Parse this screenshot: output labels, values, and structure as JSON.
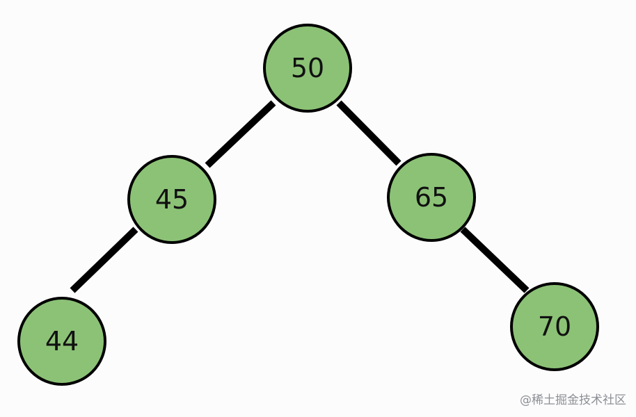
{
  "tree": {
    "node_fill": "#8cc276",
    "node_stroke": "#000000",
    "edge_color": "#000000",
    "nodes": [
      {
        "id": "n50",
        "label": "50"
      },
      {
        "id": "n45",
        "label": "45"
      },
      {
        "id": "n65",
        "label": "65"
      },
      {
        "id": "n44",
        "label": "44"
      },
      {
        "id": "n70",
        "label": "70"
      }
    ],
    "edges": [
      {
        "from": "n50",
        "to": "n45"
      },
      {
        "from": "n50",
        "to": "n65"
      },
      {
        "from": "n45",
        "to": "n44"
      },
      {
        "from": "n65",
        "to": "n70"
      }
    ]
  },
  "watermark": {
    "text": "@稀土掘金技术社区"
  }
}
